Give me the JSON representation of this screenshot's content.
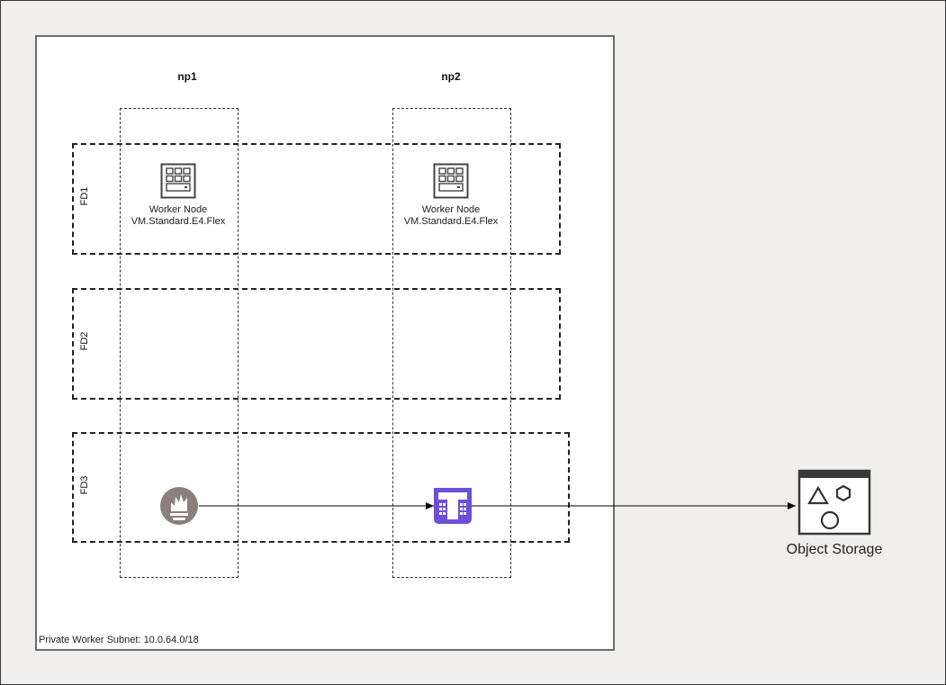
{
  "subnet": {
    "label": "Private Worker Subnet: 10.0.64.0/18"
  },
  "node_pools": [
    {
      "label": "np1"
    },
    {
      "label": "np2"
    }
  ],
  "fault_domains": [
    {
      "label": "FD1"
    },
    {
      "label": "FD2"
    },
    {
      "label": "FD3"
    }
  ],
  "worker_nodes": [
    {
      "name": "Worker Node",
      "shape": "VM.Standard.E4.Flex",
      "icon": "compute-vm-icon"
    },
    {
      "name": "Worker Node",
      "shape": "VM.Standard.E4.Flex",
      "icon": "compute-vm-icon"
    }
  ],
  "components": {
    "prometheus_icon": "prometheus-icon",
    "thanos_icon": "thanos-icon"
  },
  "object_storage": {
    "label": "Object Storage",
    "icon": "object-storage-icon"
  },
  "colors": {
    "prometheus": "#8a7f7a",
    "thanos": "#6d4fd8",
    "border": "#222222",
    "canvas": "#f0efed"
  }
}
